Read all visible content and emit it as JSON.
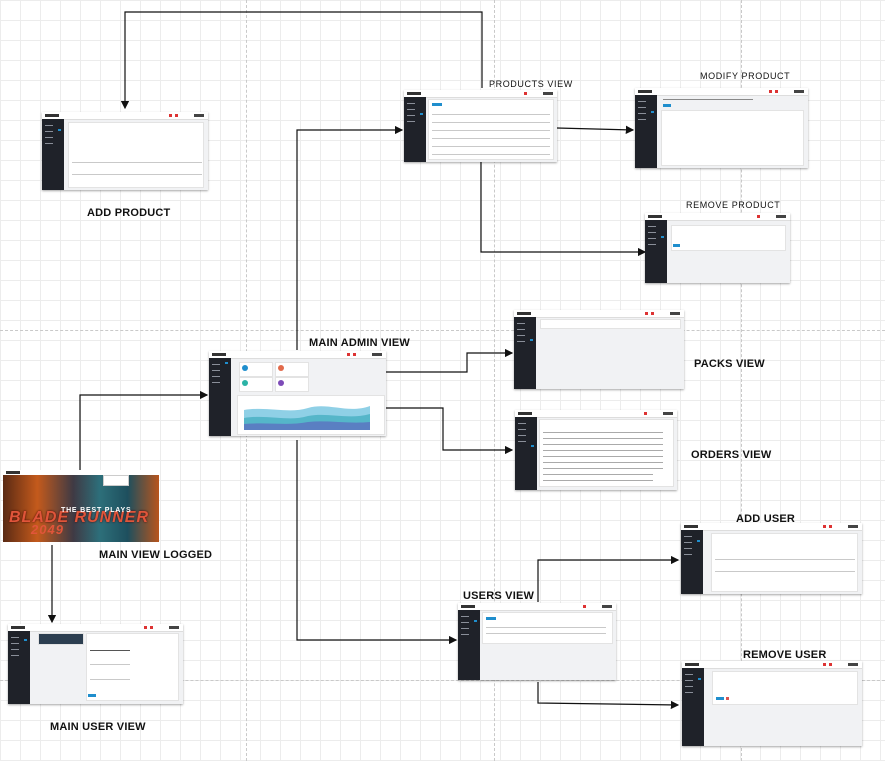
{
  "labels": {
    "add_product": "ADD PRODUCT",
    "products_view": "PRODUCTS VIEW",
    "modify_product": "MODIFY PRODUCT",
    "remove_product": "REMOVE PRODUCT",
    "main_admin_view": "MAIN ADMIN VIEW",
    "packs_view": "PACKS VIEW",
    "orders_view": "ORDERS VIEW",
    "main_view_logged": "MAIN VIEW LOGGED",
    "add_user": "ADD USER",
    "users_view": "USERS VIEW",
    "remove_user": "REMOVE USER",
    "main_user_view": "MAIN USER VIEW"
  },
  "banner": {
    "tagline": "THE BEST PLAYS",
    "title_line1": "BLADE RUNNER",
    "title_line2": "2049"
  },
  "colors": {
    "sidebar": "#1f2229",
    "accent": "#1f8ecd",
    "danger": "#d9534f",
    "connector": "#111111"
  }
}
